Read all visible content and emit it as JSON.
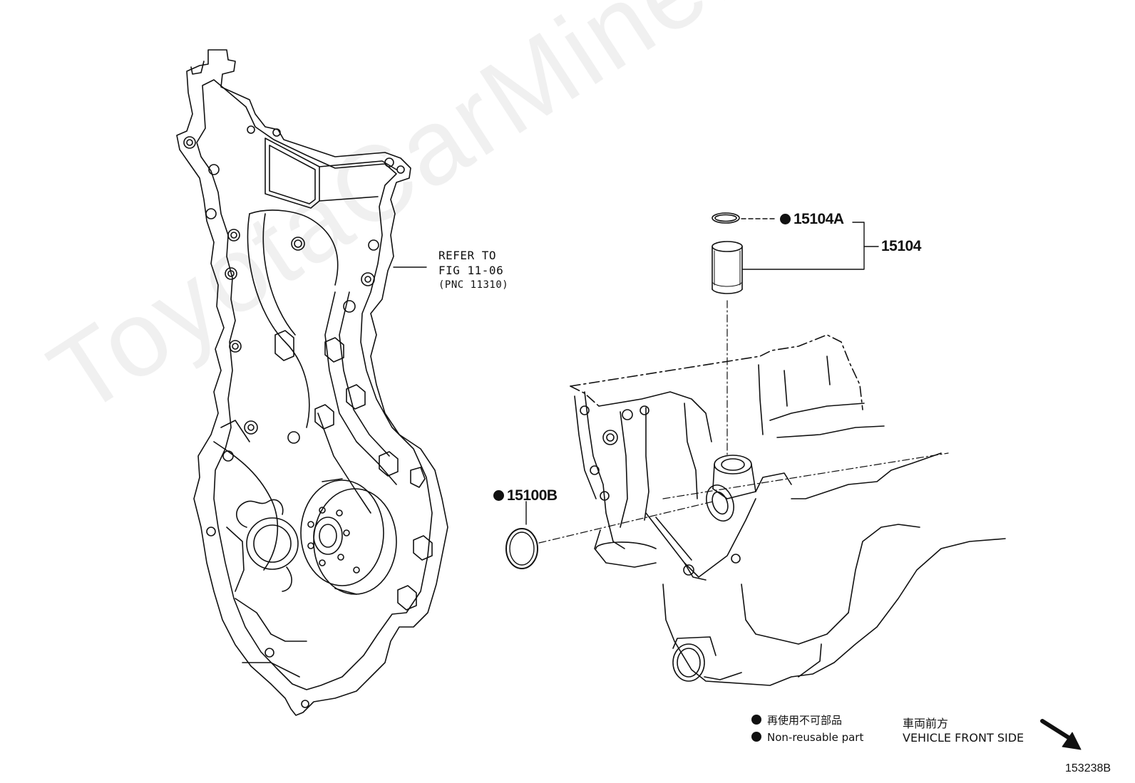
{
  "watermark": "ToyotaCarMine.ru",
  "callouts": {
    "p15104A": "15104A",
    "p15104": "15104",
    "p15100B": "15100B"
  },
  "reference": {
    "line1": "REFER TO",
    "line2": "FIG 11-06",
    "line3": "(PNC 11310)"
  },
  "legend": {
    "non_reusable_jp": "再使用不可部品",
    "non_reusable_en": "Non-reusable part",
    "front_jp": "車両前方",
    "front_en": "VEHICLE FRONT SIDE"
  },
  "figure_id": "153238B"
}
